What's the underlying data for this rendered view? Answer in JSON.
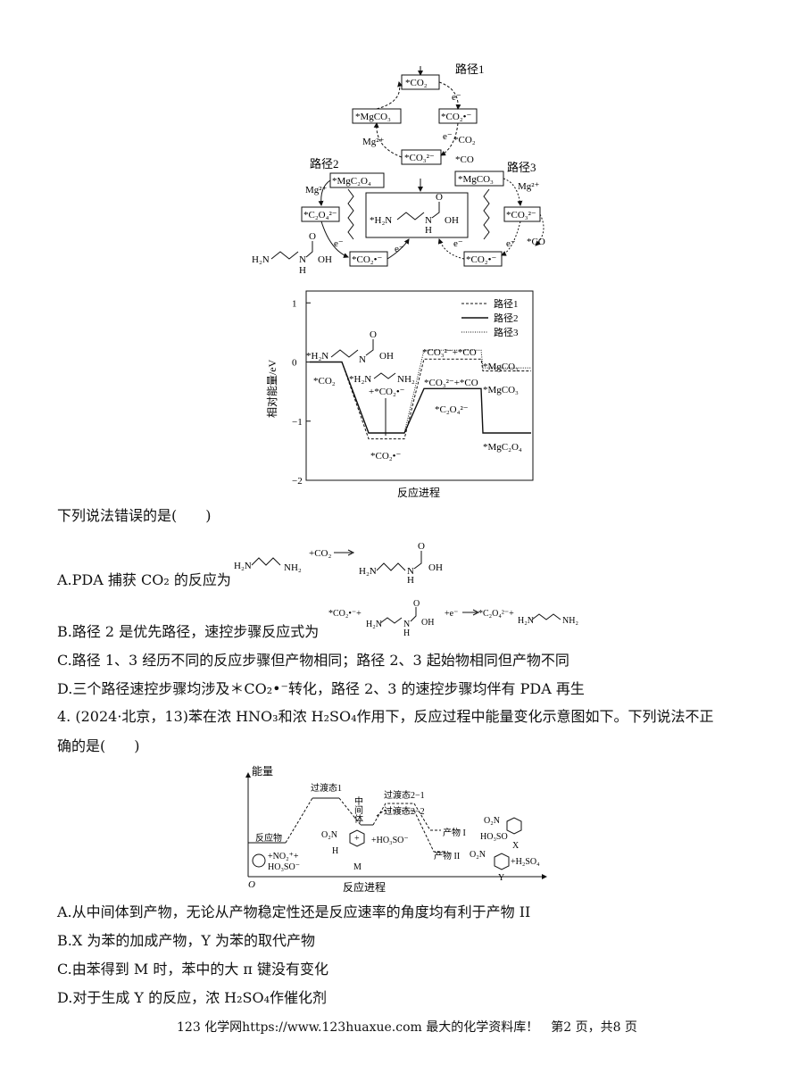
{
  "figure1": {
    "path1_label": "路径1",
    "path2_label": "路径2",
    "path3_label": "路径3",
    "species": {
      "co2": "*CO₂",
      "co2_anion": "*CO₂•⁻",
      "mgco3": "*MgCO₃",
      "co3": "*CO₃²⁻",
      "mgc2o4": "*MgC₂O₄",
      "c2o4": "*C₂O₄²⁻",
      "co_out": "*CO",
      "co2_in": "*CO₂",
      "e_minus": "e⁻",
      "mg2plus": "Mg²⁺",
      "h2n": "H₂N",
      "carbamate_label": "*H₂N",
      "nh": "N",
      "h": "H",
      "oh": "OH",
      "o": "O"
    }
  },
  "figure2": {
    "y_axis_label": "相对能量/eV",
    "x_axis_label": "反应进程",
    "y_ticks": [
      "1",
      "0",
      "−1",
      "−2"
    ],
    "legend": [
      "路径1",
      "路径2",
      "路径3"
    ],
    "labels": {
      "start_co2": "*CO₂",
      "pda_start": "*H₂N",
      "co2_anion_bottom": "*CO₂•⁻",
      "h2n_nh2": "*H₂N",
      "plus_co2_anion": "+*CO₂•⁻",
      "co3_co_top": "*CO₃²⁻+*CO",
      "co3_co_mid": "*CO₃²⁻+*CO",
      "mgco3_top": "*MgCO₃",
      "mgco3_mid": "*MgCO₃",
      "c2o4": "*C₂O₄²⁻",
      "mgc2o4": "*MgC₂O₄",
      "nh2": "NH₂",
      "oh": "OH",
      "o": "O",
      "n": "N"
    }
  },
  "chart_data": {
    "type": "line",
    "title": "",
    "xlabel": "反应进程",
    "ylabel": "相对能量/eV",
    "ylim": [
      -2,
      1.2
    ],
    "series": [
      {
        "name": "路径1",
        "values": [
          0,
          -1.3,
          0.05,
          -0.15
        ]
      },
      {
        "name": "路径2",
        "values": [
          0,
          -1.2,
          -0.45,
          -1.2
        ]
      },
      {
        "name": "路径3",
        "values": [
          0,
          -1.2,
          0.2,
          -0.1
        ]
      }
    ]
  },
  "question3": {
    "stem": "下列说法错误的是(　　)",
    "options": {
      "A": "A.PDA 捕获 CO₂ 的反应为",
      "B": "B.路径 2 是优先路径，速控步骤反应式为",
      "C": "C.路径 1、3 经历不同的反应步骤但产物相同；路径 2、3 起始物相同但产物不同",
      "D": "D.三个路径速控步骤均涉及＊CO₂•⁻转化，路径 2、3 的速控步骤均伴有 PDA 再生"
    },
    "A_eq": {
      "plus": "+CO₂",
      "h2n": "H₂N",
      "nh2": "NH₂",
      "oh": "OH",
      "o": "O",
      "n": "N",
      "h": "H"
    },
    "B_eq": {
      "left": "*CO₂•⁻+",
      "plus_e": "+e⁻",
      "right": "*C₂O₄²⁻+",
      "h2n": "H₂N",
      "nh2": "NH₂",
      "oh": "OH",
      "o": "O",
      "n": "N",
      "h": "H"
    }
  },
  "question4": {
    "stem_line1": "4. (2024·北京，13)苯在浓 HNO₃和浓 H₂SO₄作用下，反应过程中能量变化示意图如下。下列说法不正",
    "stem_line2": "确的是(　　)",
    "diagram": {
      "y_label": "能量",
      "x_label": "反应进程",
      "origin": "O",
      "ts1": "过渡态1",
      "intermediate": "中间体",
      "ts21": "过渡态2−1",
      "ts22": "过渡态2−2",
      "reactants": "反应物",
      "reactant_formula1": "+NO₂⁺+",
      "reactant_formula2": "HO₃SO⁻",
      "product1": "产物 I",
      "product2": "产物 II",
      "m_label": "M",
      "m_plus": "+HO₃SO⁻",
      "x_label_product": "X",
      "y_label_product": "Y",
      "y_plus": "+H₂SO₄",
      "o2n": "O₂N",
      "ho3so": "HO₃SO",
      "h": "H",
      "plus": "+"
    },
    "options": {
      "A": "A.从中间体到产物，无论从产物稳定性还是反应速率的角度均有利于产物 II",
      "B": "B.X 为苯的加成产物，Y 为苯的取代产物",
      "C": "C.由苯得到 M 时，苯中的大 π 键没有变化",
      "D": "D.对于生成 Y 的反应，浓 H₂SO₄作催化剂"
    }
  },
  "footer": "123 化学网https://www.123huaxue.com 最大的化学资料库！　第2 页，共8 页"
}
